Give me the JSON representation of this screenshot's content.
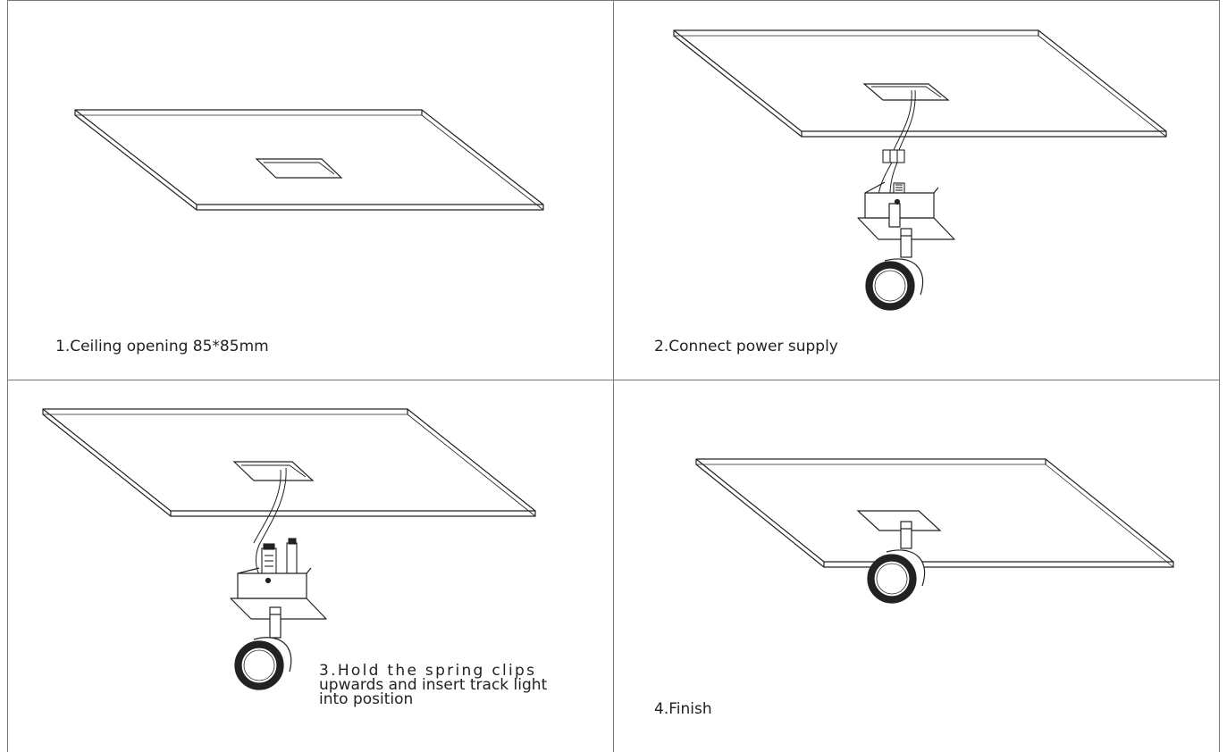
{
  "steps": [
    {
      "caption": "1.Ceiling opening 85*85mm"
    },
    {
      "caption": "2.Connect power supply"
    },
    {
      "caption_lines": [
        "3.Hold the spring clips",
        "upwards and insert track light",
        "into position"
      ]
    },
    {
      "caption": "4.Finish"
    }
  ],
  "colors": {
    "line": "#222222",
    "grid": "#777777",
    "background": "#ffffff"
  }
}
